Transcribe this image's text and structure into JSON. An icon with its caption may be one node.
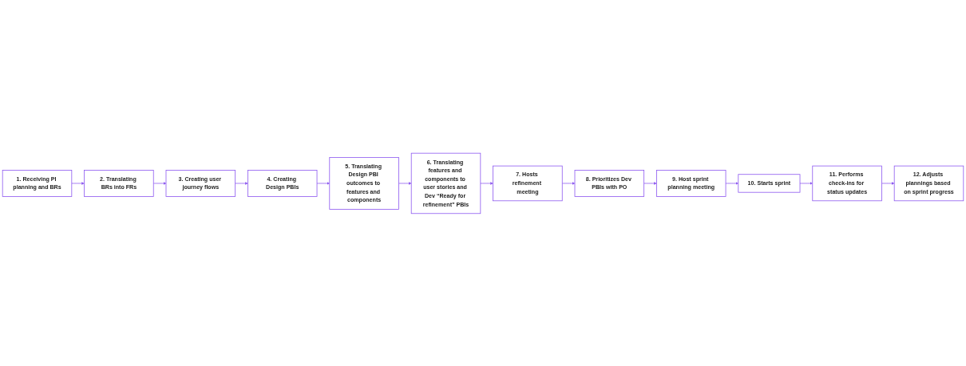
{
  "diagram": {
    "nodes": [
      {
        "text": [
          "1. Receiving PI planning and BRs"
        ]
      },
      {
        "text": [
          "2. Translating BRs into FRs"
        ]
      },
      {
        "text": [
          "3. Creating user journey flows"
        ]
      },
      {
        "text": [
          "4. Creating Design PBIs"
        ]
      },
      {
        "text": [
          "5. Translating Design PBI outcomes to features and components"
        ]
      },
      {
        "text": [
          "6. Translating features and components to user stories and Dev “Ready for refinement” PBIs"
        ]
      },
      {
        "text": [
          "7. Hosts refinement meeting"
        ]
      },
      {
        "text": [
          "8. Prioritizes Dev PBIs with PO"
        ]
      },
      {
        "text": [
          "9. Host sprint planning meeting"
        ]
      },
      {
        "text": [
          "10. Starts sprint"
        ]
      },
      {
        "text": [
          "11. Performs check-ins for status updates"
        ]
      },
      {
        "text": [
          "12. Adjusts plannings based on sprint progress"
        ]
      }
    ],
    "edges": [
      {
        "from": 0,
        "to": 1,
        "arrow": "to"
      },
      {
        "from": 1,
        "to": 2,
        "arrow": "to"
      },
      {
        "from": 2,
        "to": 3,
        "arrow": "to"
      },
      {
        "from": 3,
        "to": 4,
        "arrow": "to"
      },
      {
        "from": 4,
        "to": 5,
        "arrow": "to"
      },
      {
        "from": 5,
        "to": 6,
        "arrow": "to"
      },
      {
        "from": 6,
        "to": 7,
        "arrow": "to"
      },
      {
        "from": 7,
        "to": 8,
        "arrow": "to"
      },
      {
        "from": 8,
        "to": 9,
        "arrow": "to"
      },
      {
        "from": 9,
        "to": 10,
        "arrow": "to"
      },
      {
        "from": 10,
        "to": 11,
        "arrow": "to"
      }
    ]
  }
}
